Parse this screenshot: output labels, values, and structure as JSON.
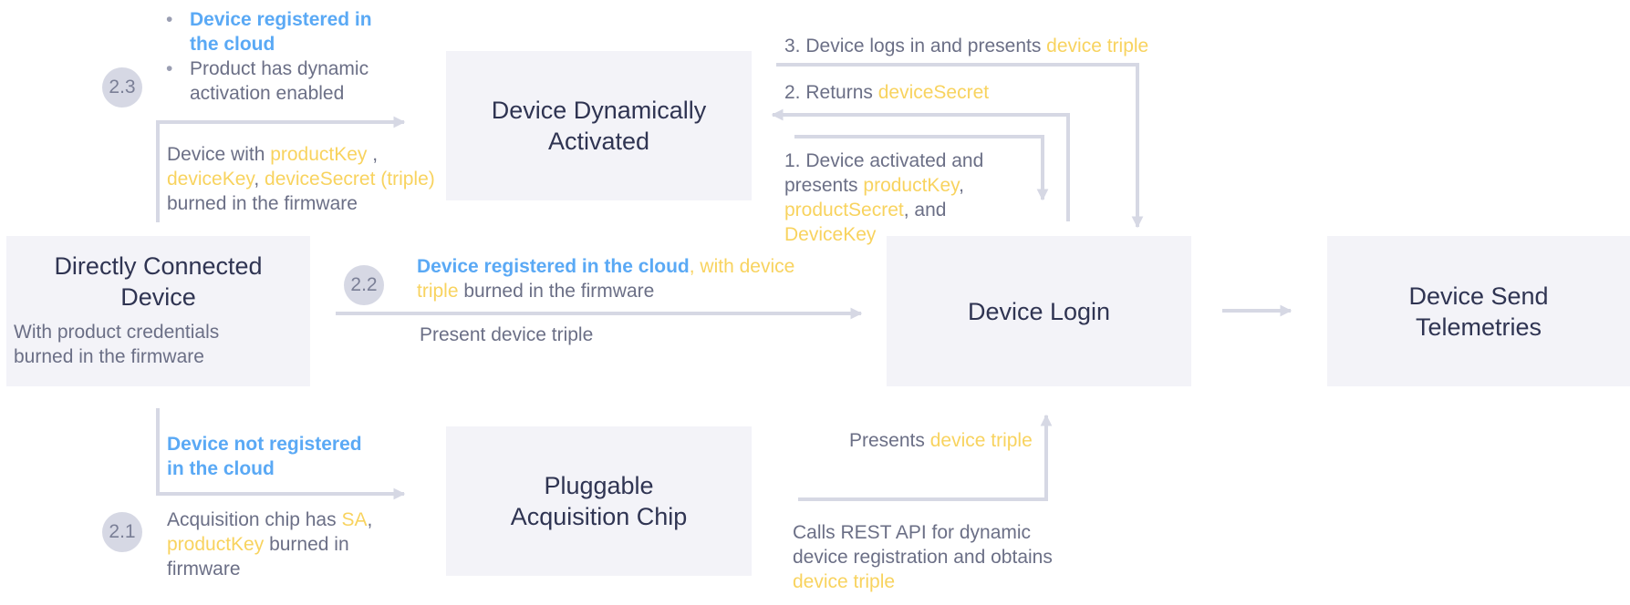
{
  "colors": {
    "highlight": "#f8d35f",
    "emphasis": "#5aa9f5",
    "box": "#f3f3f8",
    "text": "#2f3452",
    "muted": "#6b6f86",
    "connector": "#d6d8e4"
  },
  "boxes": {
    "direct": {
      "title": "Directly Connected\nDevice",
      "subtitle": "With product credentials\nburned in the firmware"
    },
    "activated": {
      "title": "Device Dynamically\nActivated"
    },
    "chip": {
      "title": "Pluggable\nAcquisition Chip"
    },
    "login": {
      "title": "Device Login"
    },
    "telemetry": {
      "title": "Device Send\nTelemetries"
    }
  },
  "badges": {
    "b23": "2.3",
    "b22": "2.2",
    "b21": "2.1"
  },
  "path23": {
    "bullet1": "Device registered in\nthe cloud",
    "bullet2": "Product has dynamic\nactivation enabled",
    "note": {
      "p1": "Device with ",
      "k1": "productKey",
      "p2": " ,",
      "k2": "deviceKey",
      "p3": ", ",
      "k3": "deviceSecret (triple)",
      "p4": "burned in the firmware"
    }
  },
  "path22": {
    "b1": "Device registered in the cloud",
    "p1": ", with ",
    "k1": "device\ntriple",
    "p2": " burned in the firmware",
    "below": "Present device triple"
  },
  "path21": {
    "heading": "Device not registered\nin the cloud",
    "note": {
      "p1": "Acquisition chip has ",
      "k1": "SA",
      "p2": ",",
      "k2": "productKey",
      "p3": " burned in\nfirmware"
    }
  },
  "steps": {
    "s3": {
      "p1": "3. Device logs in and presents ",
      "k1": "device triple"
    },
    "s2": {
      "p1": "2. Returns ",
      "k1": "deviceSecret"
    },
    "s1": {
      "p1": "1. Device activated and\npresents ",
      "k1": "productKey",
      "p2": ",",
      "k2": "productSecret",
      "p3": ", and",
      "k3": "DeviceKey"
    }
  },
  "chipflow": {
    "presents": {
      "p1": "Presents ",
      "k1": "device triple"
    },
    "rest": {
      "p1": "Calls REST API for dynamic\ndevice registration and obtains\n",
      "k1": "device triple"
    }
  }
}
